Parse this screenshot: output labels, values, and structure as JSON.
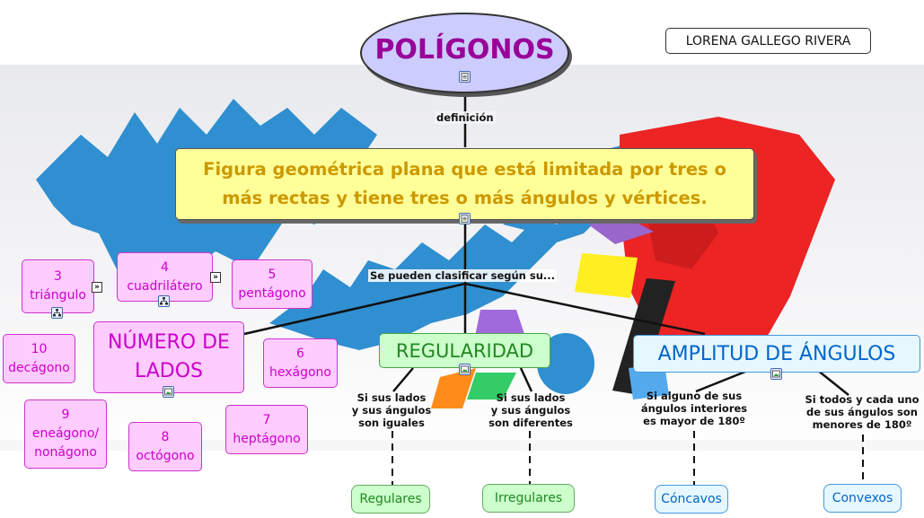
{
  "author": "LORENA GALLEGO RIVERA",
  "title": "POLÍGONOS",
  "link_definicion": "definición",
  "definition": [
    "Figura geométrica plana que está limitada por tres o",
    "más rectas y tiene tres o más ángulos y vértices."
  ],
  "link_clasificar": "Se pueden clasificar según su...",
  "numero_lados": {
    "line1": "NÚMERO DE",
    "line2": "LADOS"
  },
  "regularidad": "REGULARIDAD",
  "amplitud": "AMPLITUD DE ÁNGULOS",
  "sides": [
    {
      "n": "3",
      "name": "triángulo"
    },
    {
      "n": "4",
      "name": "cuadrilátero"
    },
    {
      "n": "5",
      "name": "pentágono"
    },
    {
      "n": "10",
      "name": "decágono"
    },
    {
      "n": "6",
      "name": "hexágono"
    },
    {
      "n": "9",
      "name": "eneágono/",
      "name2": "nonágono"
    },
    {
      "n": "7",
      "name": "heptágono"
    },
    {
      "n": "8",
      "name": "octógono"
    }
  ],
  "reg_links": [
    [
      "Si sus lados",
      "y sus ángulos",
      "son iguales"
    ],
    [
      "Si sus lados",
      "y sus ángulos",
      "son diferentes"
    ]
  ],
  "amp_links": [
    [
      "Si alguno de sus",
      "ángulos interiores",
      "es mayor de 180º"
    ],
    [
      "Si todos y cada uno",
      "de sus ángulos son",
      "menores de 180º"
    ]
  ],
  "leaves": [
    "Regulares",
    "Irregulares",
    "Cóncavos",
    "Convexos"
  ],
  "colors": {
    "title_fill": "#ccccff",
    "title_text": "#990099",
    "definition_fill": "#ffff99",
    "definition_text": "#cc9900",
    "pink_fill": "#ffccff",
    "pink_text": "#cc00cc",
    "regularidad_fill": "#ccffcc",
    "regularidad_text": "#228822",
    "amplitud_fill": "#e6f7ff",
    "amplitud_text": "#0066cc"
  }
}
